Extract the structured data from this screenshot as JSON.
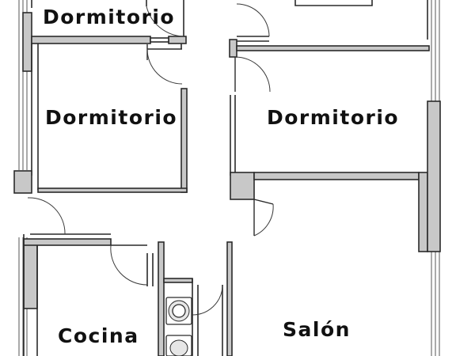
{
  "rooms": {
    "dormitorio_top": "Dormitorio",
    "dormitorio_left": "Dormitorio",
    "dormitorio_right": "Dormitorio",
    "cocina": "Cocina",
    "salon": "Salón"
  },
  "colors": {
    "wall_fill": "#c8c8c8",
    "wall_line": "#2a2a2a",
    "label": "#111111",
    "background": "#ffffff"
  },
  "icons": [
    "door-swing-icon",
    "washbasin-icon",
    "toilet-icon",
    "window-icon"
  ]
}
